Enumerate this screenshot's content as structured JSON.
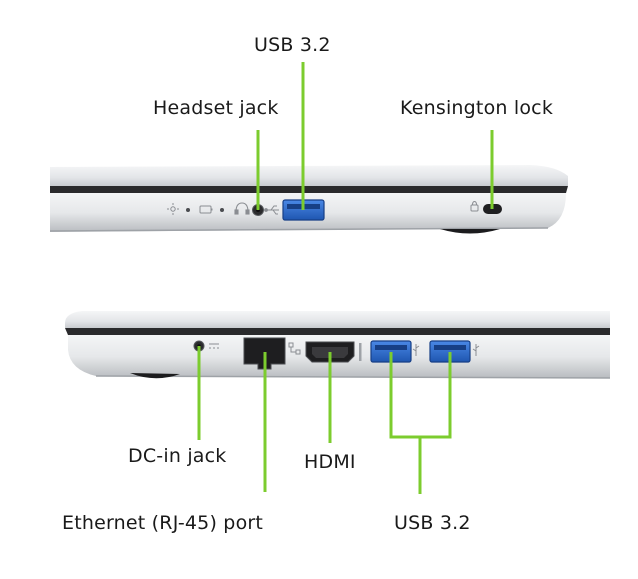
{
  "labels": {
    "usb_top": "USB 3.2",
    "headset_jack": "Headset jack",
    "kensington_lock": "Kensington lock",
    "dc_in_jack": "DC-in jack",
    "hdmi": "HDMI",
    "ethernet_port": "Ethernet (RJ-45) port",
    "usb_bottom": "USB 3.2"
  },
  "colors": {
    "callout_line": "#7ccc2e",
    "chassis_light": "#eceef0",
    "chassis_mid": "#c9ccd0",
    "chassis_dark": "#2a2a2c",
    "usb_port": "#2f6fd0",
    "label_text": "#1a1a1a"
  },
  "icons": {
    "led_indicator": "sun-icon",
    "battery_indicator": "battery-icon",
    "headset": "headset-icon",
    "usb": "usb-icon",
    "kensington": "lock-icon",
    "ethernet": "network-icon",
    "dc_power": "power-icon"
  }
}
